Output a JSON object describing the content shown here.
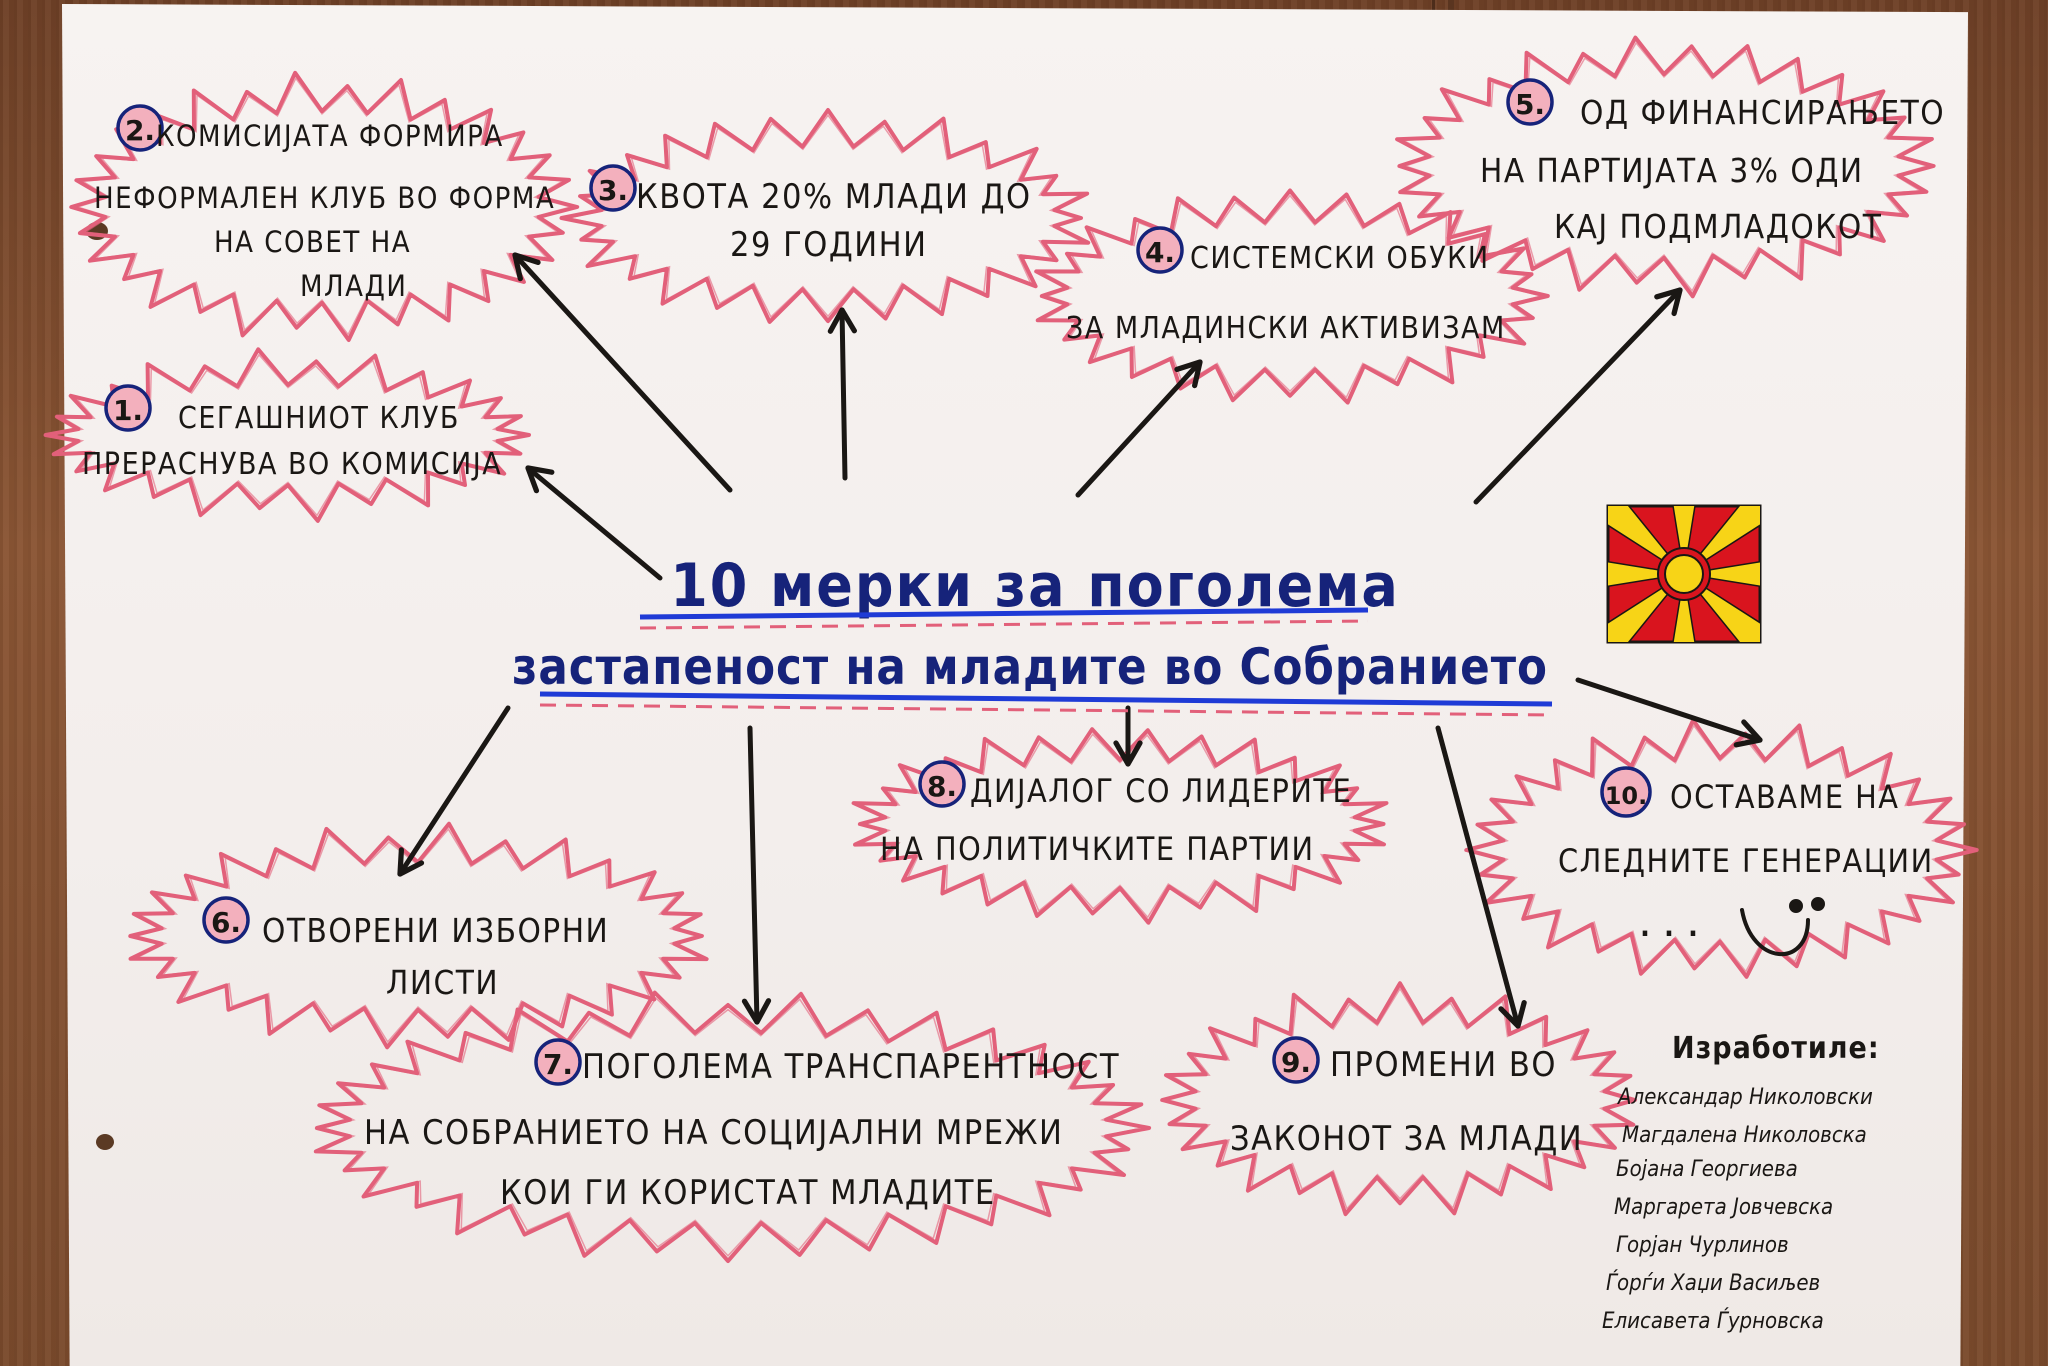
{
  "title": {
    "line1": "10 мерки за поголема",
    "line2": "застапеност на младите во Собранието"
  },
  "measures": [
    {
      "num": "1.",
      "lines": [
        "Сегашниот Клуб",
        "прераснува во Комисија"
      ]
    },
    {
      "num": "2.",
      "lines": [
        "Комисијата формира",
        "неформален клуб во форма",
        "на Совет на",
        "млади"
      ]
    },
    {
      "num": "3.",
      "lines": [
        "Квота 20% млади до",
        "29 години"
      ]
    },
    {
      "num": "4.",
      "lines": [
        "Системски обуки",
        "за младински активизам"
      ]
    },
    {
      "num": "5.",
      "lines": [
        "Од финансирањето",
        "на партијата 3% оди",
        "кај подмладокот"
      ]
    },
    {
      "num": "6.",
      "lines": [
        "Отворени изборни",
        "листи"
      ]
    },
    {
      "num": "7.",
      "lines": [
        "Поголема транспарентност",
        "на Собранието на социјални мрежи",
        "кои ги користат младите"
      ]
    },
    {
      "num": "8.",
      "lines": [
        "Дијалог со лидерите",
        "на политичките партии"
      ]
    },
    {
      "num": "9.",
      "lines": [
        "Промени во",
        "Законот за млади"
      ]
    },
    {
      "num": "10.",
      "lines": [
        "Оставаме на",
        "следните генерации"
      ]
    }
  ],
  "ellipsis": "...",
  "authors": {
    "heading": "Изработиле:",
    "names": [
      "Александар Николовски",
      "Магдалена Николовска",
      "Бојана Георгиева",
      "Маргарета Јовчевска",
      "Горјан Чурлинов",
      "Ѓорѓи Хаџи Васиљев",
      "Елисавета Ѓурновска"
    ]
  },
  "colors": {
    "ink": "#1a1714",
    "navy": "#16237a",
    "blue_underline": "#1f3bd6",
    "pink": "#e2607a",
    "number_fill": "#f3b0bd",
    "flag_red": "#d9141e",
    "flag_yellow": "#f7d417"
  }
}
